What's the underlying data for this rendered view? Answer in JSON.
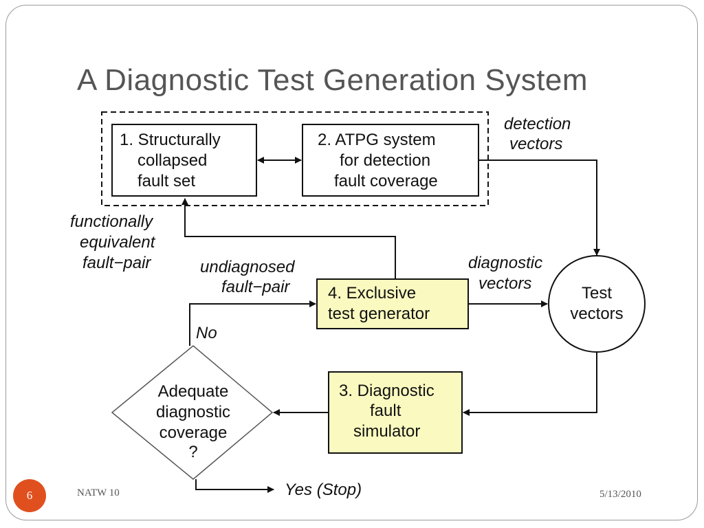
{
  "slide": {
    "title": "A Diagnostic Test Generation System",
    "number": "6",
    "footer_left": "NATW 10",
    "footer_right": "5/13/2010"
  },
  "diagram": {
    "box1": [
      "1. Structurally",
      "collapsed",
      "fault set"
    ],
    "box2": [
      "2. ATPG system",
      "for detection",
      "fault coverage"
    ],
    "box3": [
      "3. Diagnostic",
      "fault",
      "simulator"
    ],
    "box4": [
      "4. Exclusive",
      "test generator"
    ],
    "test_vectors": [
      "Test",
      "vectors"
    ],
    "decision": [
      "Adequate",
      "diagnostic",
      "coverage",
      "?"
    ],
    "labels": {
      "detection_vectors": [
        "detection",
        "vectors"
      ],
      "functionally_equivalent": [
        "functionally",
        "equivalent",
        "fault−pair"
      ],
      "undiagnosed": [
        "undiagnosed",
        "fault−pair"
      ],
      "diagnostic_vectors": [
        "diagnostic",
        "vectors"
      ],
      "no": "No",
      "yes_stop": "Yes (Stop)"
    },
    "colors": {
      "highlight_fill": "#fafac0",
      "line": "#111111"
    }
  }
}
